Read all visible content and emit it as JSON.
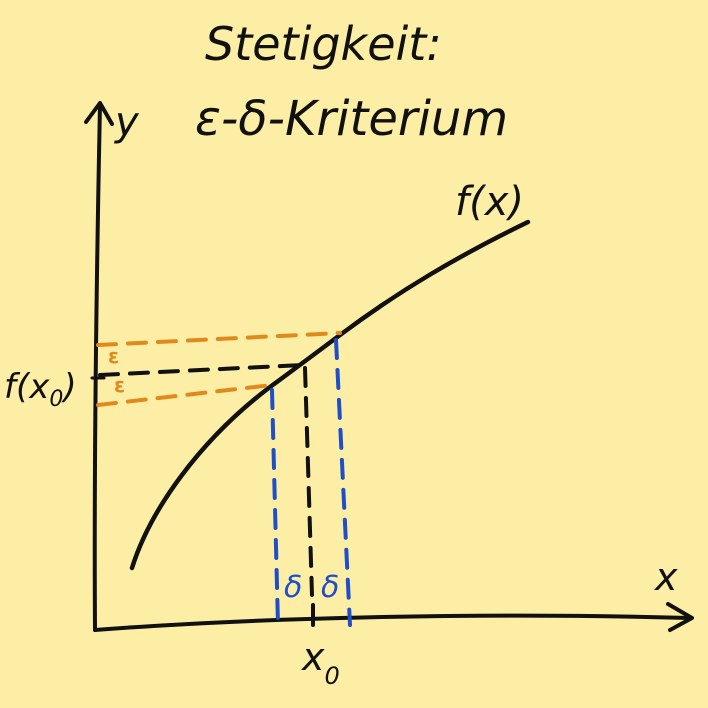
{
  "title": {
    "line1": "Stetigkeit:",
    "line2": "ε-δ-Kriterium"
  },
  "axes": {
    "y_label": "y",
    "x_label": "x"
  },
  "curve_label": "f(x)",
  "labels": {
    "f_x0": "f(x",
    "f_x0_sub": "0",
    "f_x0_close": ")",
    "x0": "x",
    "x0_sub": "0",
    "epsilon_upper": "ε",
    "epsilon_lower": "ε",
    "delta_left": "δ",
    "delta_right": "δ"
  },
  "colors": {
    "background": "#fdeea5",
    "ink": "#111111",
    "epsilon": "#e08a1e",
    "delta": "#1f4fc8"
  },
  "icons": {
    "y_arrow": "arrow-up-icon",
    "x_arrow": "arrow-right-icon"
  }
}
